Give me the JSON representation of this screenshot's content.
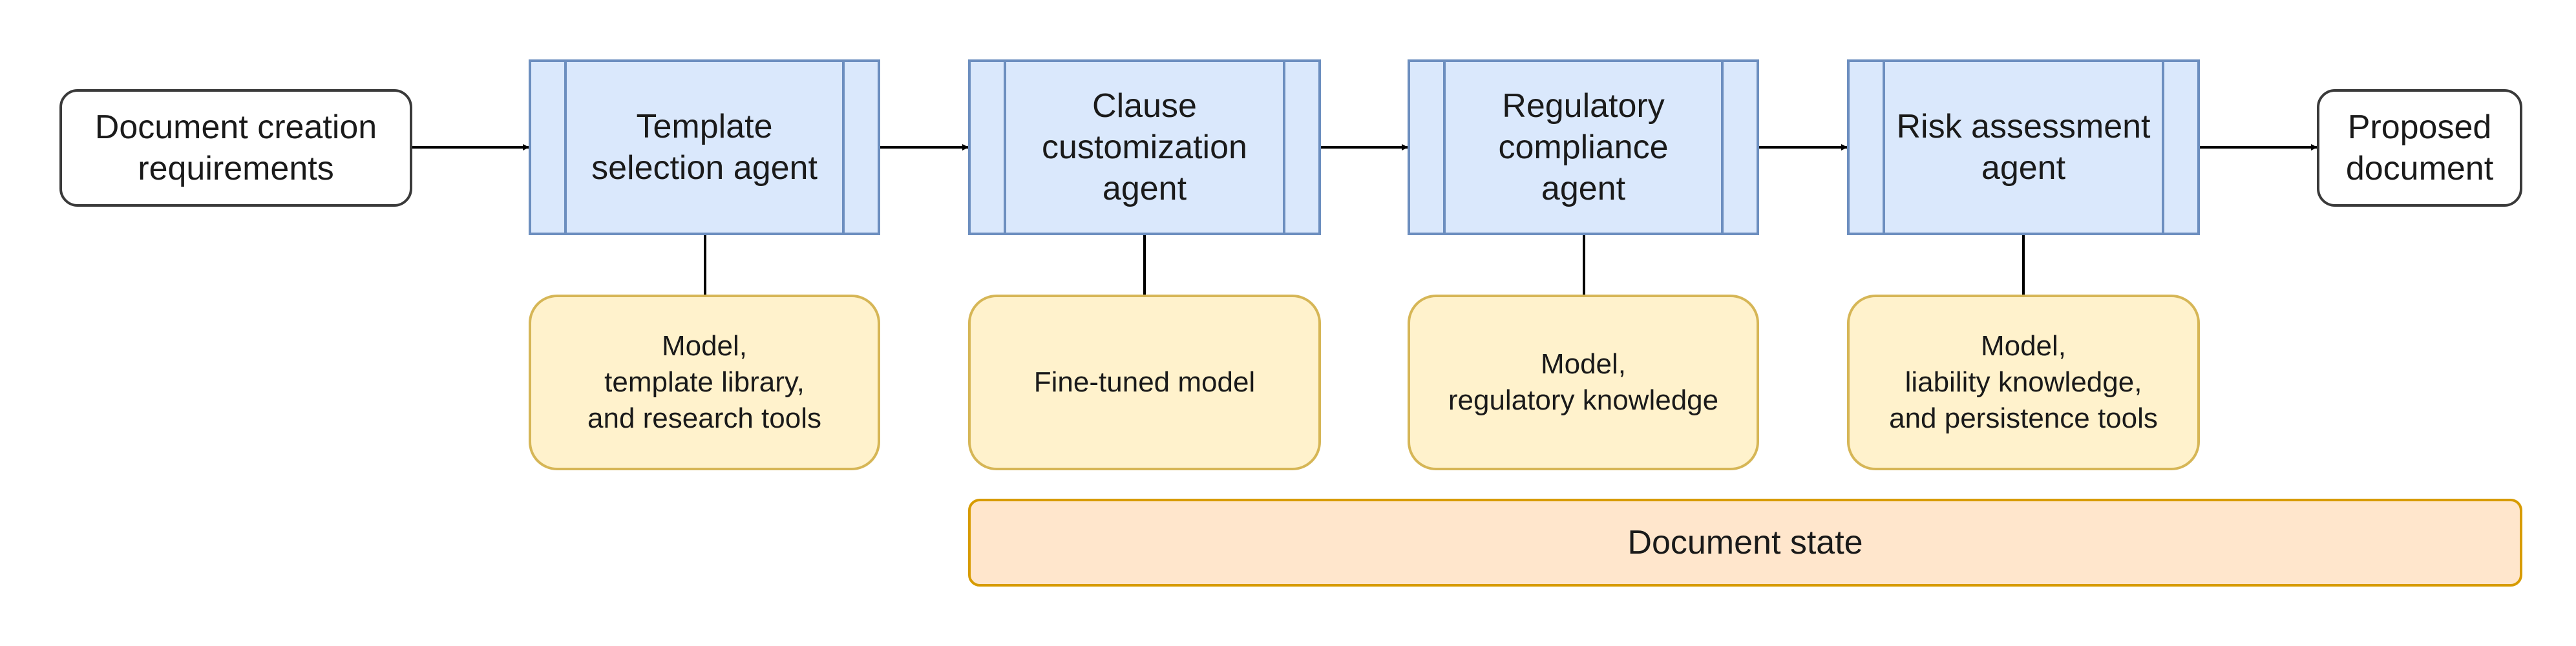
{
  "start": {
    "label": "Document creation\nrequirements"
  },
  "agents": [
    {
      "label": "Template\nselection agent",
      "resource": "Model,\ntemplate library,\nand research tools"
    },
    {
      "label": "Clause\ncustomization\nagent",
      "resource": "Fine-tuned model"
    },
    {
      "label": "Regulatory\ncompliance\nagent",
      "resource": "Model,\nregulatory knowledge"
    },
    {
      "label": "Risk assessment\nagent",
      "resource": "Model,\nliability knowledge,\nand persistence tools"
    }
  ],
  "end": {
    "label": "Proposed\ndocument"
  },
  "shared_state": {
    "label": "Document state"
  },
  "colors": {
    "agent_fill": "#dae8fc",
    "agent_stroke": "#6c8ebf",
    "resource_fill": "#fff2cc",
    "resource_stroke": "#d6b656",
    "state_fill": "#ffe6cc",
    "state_stroke": "#d79b00"
  }
}
